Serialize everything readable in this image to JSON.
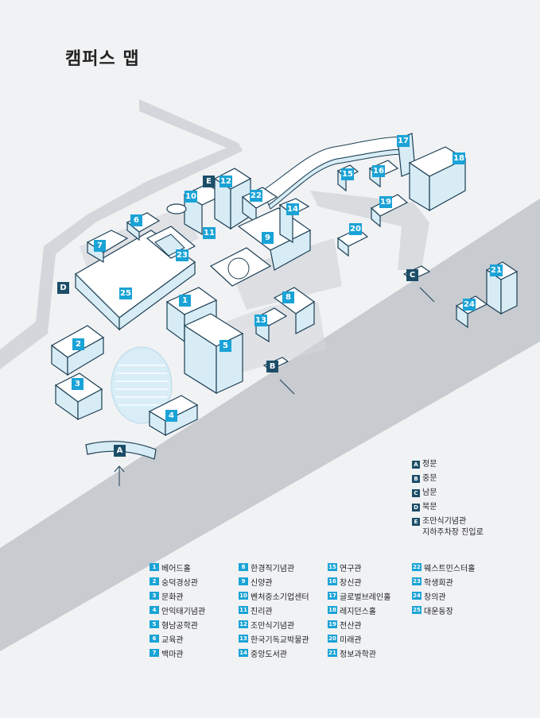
{
  "title": "캠퍼스 맵",
  "colors": {
    "road": "#c8cbcf",
    "building_top": "#ffffff",
    "building_side": "#d7ecf5",
    "outline": "#1b3f55",
    "label": "#1aa3d6",
    "gate": "#1c4e68",
    "grass": "#d8edf6"
  },
  "map_labels": {
    "b1": "1",
    "b2": "2",
    "b3": "3",
    "b4": "4",
    "b5": "5",
    "b6": "6",
    "b7": "7",
    "b8": "8",
    "b9": "9",
    "b10": "10",
    "b11": "11",
    "b12": "12",
    "b13": "13",
    "b14": "14",
    "b15": "15",
    "b16": "16",
    "b17": "17",
    "b18": "18",
    "b19": "19",
    "b20": "20",
    "b21": "21",
    "b22": "22",
    "b23": "23",
    "b24": "24",
    "b25": "25",
    "gA": "A",
    "gB": "B",
    "gC": "C",
    "gD": "D",
    "gE": "E"
  },
  "gates": [
    {
      "code": "A",
      "name": "정문"
    },
    {
      "code": "B",
      "name": "중문"
    },
    {
      "code": "C",
      "name": "남문"
    },
    {
      "code": "D",
      "name": "북문"
    },
    {
      "code": "E",
      "name": "조만식기념관",
      "name2": "지하주차장 진입로"
    }
  ],
  "buildings": [
    {
      "num": "1",
      "name": "베어드홀"
    },
    {
      "num": "2",
      "name": "숭덕경상관"
    },
    {
      "num": "3",
      "name": "문화관"
    },
    {
      "num": "4",
      "name": "안익태기념관"
    },
    {
      "num": "5",
      "name": "형남공학관"
    },
    {
      "num": "6",
      "name": "교육관"
    },
    {
      "num": "7",
      "name": "백마관"
    },
    {
      "num": "8",
      "name": "한경직기념관"
    },
    {
      "num": "9",
      "name": "신양관"
    },
    {
      "num": "10",
      "name": "벤처중소기업센터"
    },
    {
      "num": "11",
      "name": "진리관"
    },
    {
      "num": "12",
      "name": "조만식기념관"
    },
    {
      "num": "13",
      "name": "한국기독교박물관"
    },
    {
      "num": "14",
      "name": "중앙도서관"
    },
    {
      "num": "15",
      "name": "연구관"
    },
    {
      "num": "16",
      "name": "창신관"
    },
    {
      "num": "17",
      "name": "글로벌브레인홀"
    },
    {
      "num": "18",
      "name": "레지던스홀"
    },
    {
      "num": "19",
      "name": "전산관"
    },
    {
      "num": "20",
      "name": "미래관"
    },
    {
      "num": "21",
      "name": "정보과학관"
    },
    {
      "num": "22",
      "name": "웨스트민스터홀"
    },
    {
      "num": "23",
      "name": "학생회관"
    },
    {
      "num": "24",
      "name": "창의관"
    },
    {
      "num": "25",
      "name": "대운동장"
    }
  ]
}
